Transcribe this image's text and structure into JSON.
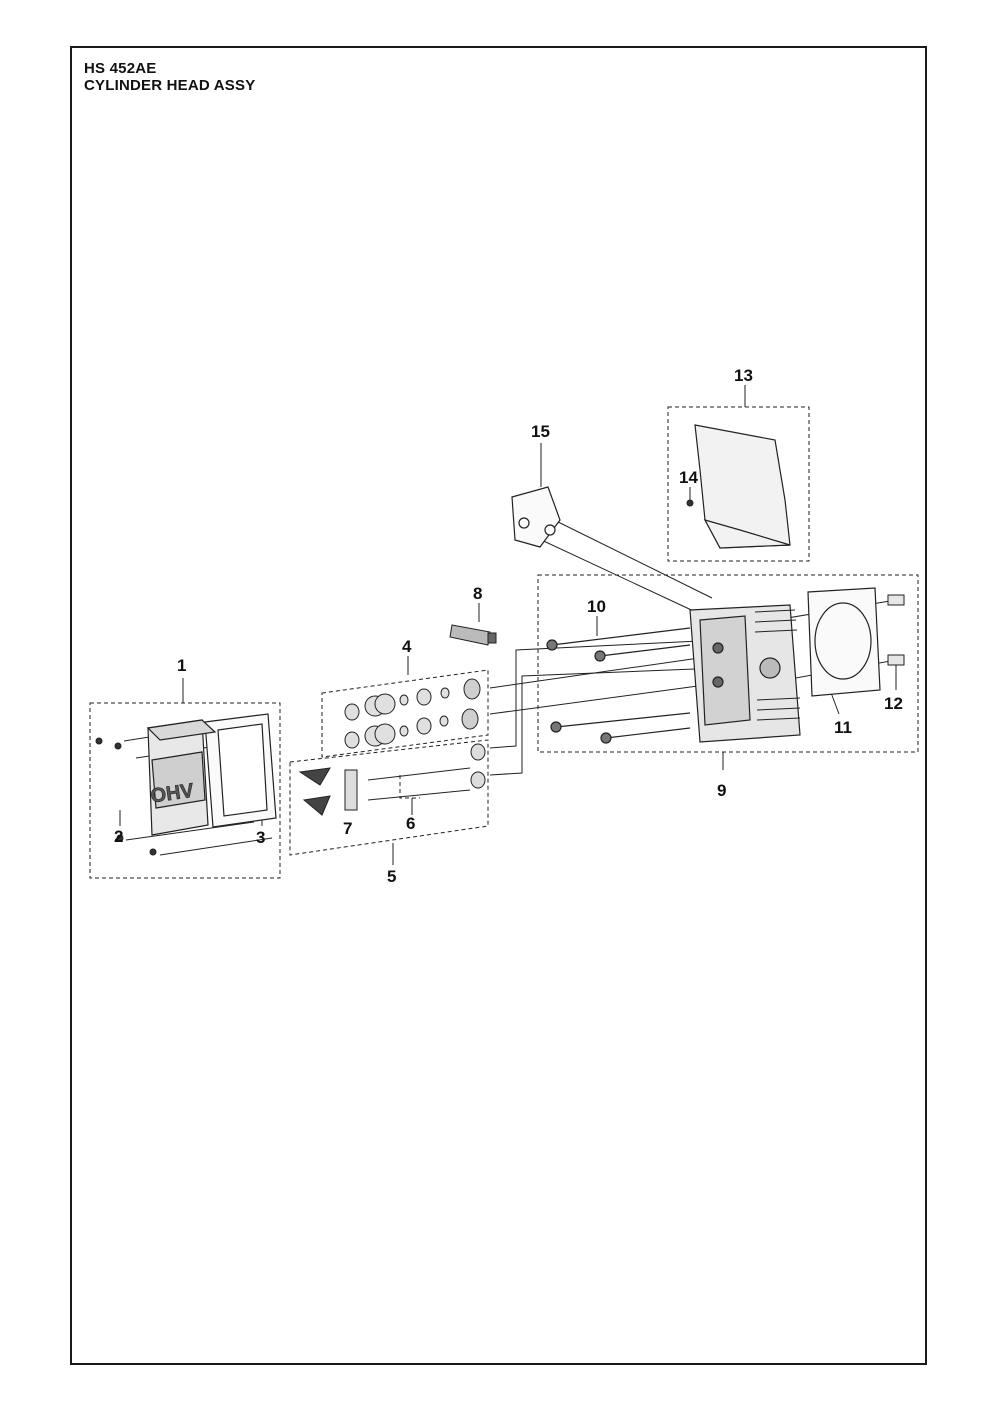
{
  "header": {
    "model": "HS 452AE",
    "section": "CYLINDER HEAD ASSY"
  },
  "cover_mark": "OHV",
  "callouts": [
    "1",
    "2",
    "3",
    "4",
    "5",
    "6",
    "7",
    "8",
    "9",
    "10",
    "11",
    "12",
    "13",
    "14",
    "15"
  ]
}
